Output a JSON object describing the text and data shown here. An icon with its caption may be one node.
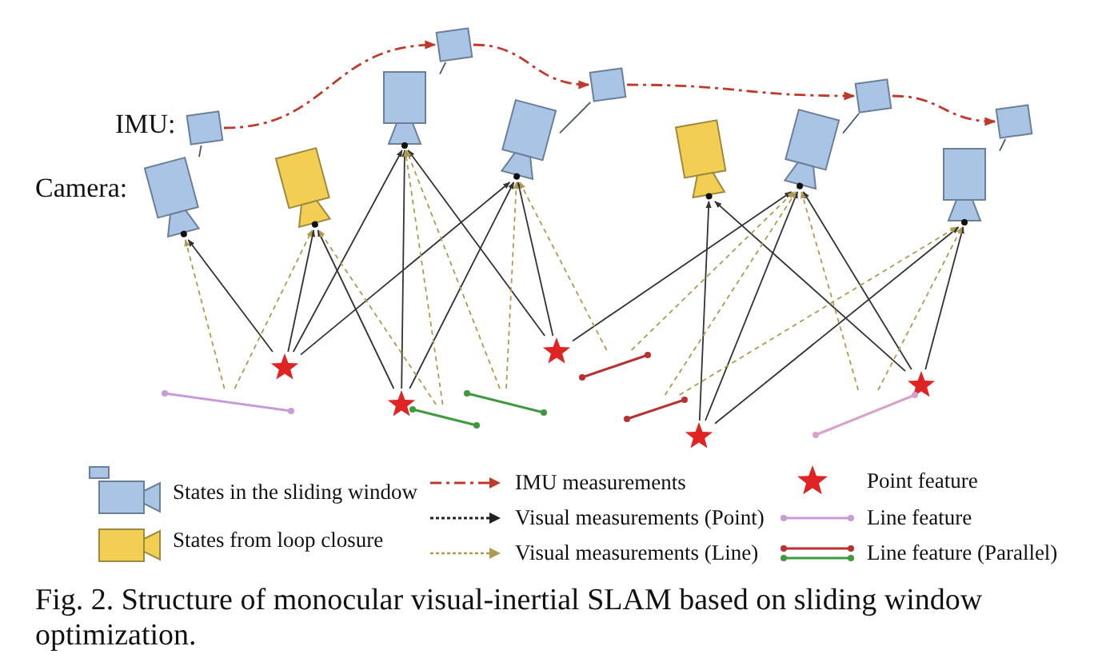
{
  "diagram": {
    "caption": "Fig. 2.  Structure of monocular visual-inertial SLAM based on sliding window optimization.",
    "nodes": [
      {
        "text": [],
        "shape": "camera"
      },
      {
        "text": [],
        "shape": "camera"
      },
      {
        "text": [],
        "shape": "camera"
      },
      {
        "text": [],
        "shape": "camera"
      },
      {
        "text": [],
        "shape": "camera"
      },
      {
        "text": [],
        "shape": "camera"
      },
      {
        "text": [],
        "shape": "camera"
      },
      {
        "text": [],
        "shape": "box"
      },
      {
        "text": [],
        "shape": "box"
      },
      {
        "text": [],
        "shape": "box"
      },
      {
        "text": [],
        "shape": "box"
      },
      {
        "text": [],
        "shape": "box"
      },
      {
        "text": [],
        "shape": "star"
      },
      {
        "text": [],
        "shape": "star"
      },
      {
        "text": [],
        "shape": "star"
      },
      {
        "text": [],
        "shape": "star"
      },
      {
        "text": [],
        "shape": "star"
      },
      {
        "text": [],
        "shape": "line"
      },
      {
        "text": [],
        "shape": "line"
      },
      {
        "text": [],
        "shape": "line"
      },
      {
        "text": [],
        "shape": "line"
      },
      {
        "text": [],
        "shape": "line"
      },
      {
        "text": [],
        "shape": "line"
      }
    ],
    "edges": [
      {
        "from": 7,
        "to": 8,
        "arrow": "to",
        "style": "dashed",
        "color": "#c0392b"
      },
      {
        "from": 8,
        "to": 9,
        "arrow": "to",
        "style": "dashed",
        "color": "#c0392b"
      },
      {
        "from": 9,
        "to": 10,
        "arrow": "to",
        "style": "dashed",
        "color": "#c0392b"
      },
      {
        "from": 10,
        "to": 11,
        "arrow": "to",
        "style": "dashed",
        "color": "#c0392b"
      },
      {
        "from": 7,
        "to": 0,
        "arrow": "none",
        "color": "#4a5a70"
      },
      {
        "from": 8,
        "to": 2,
        "arrow": "none",
        "color": "#4a5a70"
      },
      {
        "from": 9,
        "to": 3,
        "arrow": "none",
        "color": "#4a5a70"
      },
      {
        "from": 10,
        "to": 5,
        "arrow": "none",
        "color": "#4a5a70"
      },
      {
        "from": 11,
        "to": 6,
        "arrow": "none",
        "color": "#4a5a70"
      },
      {
        "from": 12,
        "to": 0,
        "arrow": "to"
      },
      {
        "from": 12,
        "to": 1,
        "arrow": "to"
      },
      {
        "from": 12,
        "to": 2,
        "arrow": "to"
      },
      {
        "from": 12,
        "to": 3,
        "arrow": "to"
      },
      {
        "from": 13,
        "to": 1,
        "arrow": "to"
      },
      {
        "from": 13,
        "to": 2,
        "arrow": "to"
      },
      {
        "from": 13,
        "to": 3,
        "arrow": "to"
      },
      {
        "from": 14,
        "to": 2,
        "arrow": "to"
      },
      {
        "from": 14,
        "to": 3,
        "arrow": "to"
      },
      {
        "from": 14,
        "to": 5,
        "arrow": "to"
      },
      {
        "from": 15,
        "to": 4,
        "arrow": "to"
      },
      {
        "from": 15,
        "to": 5,
        "arrow": "to"
      },
      {
        "from": 15,
        "to": 6,
        "arrow": "to"
      },
      {
        "from": 16,
        "to": 4,
        "arrow": "to"
      },
      {
        "from": 16,
        "to": 5,
        "arrow": "to"
      },
      {
        "from": 16,
        "to": 6,
        "arrow": "to"
      },
      {
        "from": 17,
        "to": 0,
        "arrow": "to",
        "style": "dashed",
        "color": "#b09a50"
      },
      {
        "from": 17,
        "to": 1,
        "arrow": "to",
        "style": "dashed",
        "color": "#b09a50"
      },
      {
        "from": 18,
        "to": 1,
        "arrow": "to",
        "style": "dashed",
        "color": "#b09a50"
      },
      {
        "from": 18,
        "to": 2,
        "arrow": "to",
        "style": "dashed",
        "color": "#b09a50"
      },
      {
        "from": 19,
        "to": 2,
        "arrow": "to",
        "style": "dashed",
        "color": "#b09a50"
      },
      {
        "from": 19,
        "to": 3,
        "arrow": "to",
        "style": "dashed",
        "color": "#b09a50"
      },
      {
        "from": 20,
        "to": 3,
        "arrow": "to",
        "style": "dashed",
        "color": "#b09a50"
      },
      {
        "from": 20,
        "to": 5,
        "arrow": "to",
        "style": "dashed",
        "color": "#b09a50"
      },
      {
        "from": 21,
        "to": 5,
        "arrow": "to",
        "style": "dashed",
        "color": "#b09a50"
      },
      {
        "from": 21,
        "to": 6,
        "arrow": "to",
        "style": "dashed",
        "color": "#b09a50"
      },
      {
        "from": 22,
        "to": 5,
        "arrow": "to",
        "style": "dashed",
        "color": "#b09a50"
      },
      {
        "from": 22,
        "to": 6,
        "arrow": "to",
        "style": "dashed",
        "color": "#b09a50"
      }
    ],
    "labels": [
      "IMU:",
      "Camera:"
    ],
    "legend": [
      {
        "text": "States in the sliding window"
      },
      {
        "text": "States from loop closure"
      },
      {
        "text": "IMU measurements"
      },
      {
        "text": "Visual measurements (Point)"
      },
      {
        "text": "Visual measurements (Line)"
      },
      {
        "text": "Point feature"
      },
      {
        "text": "Line feature"
      },
      {
        "text": "Line feature (Parallel)"
      }
    ]
  }
}
